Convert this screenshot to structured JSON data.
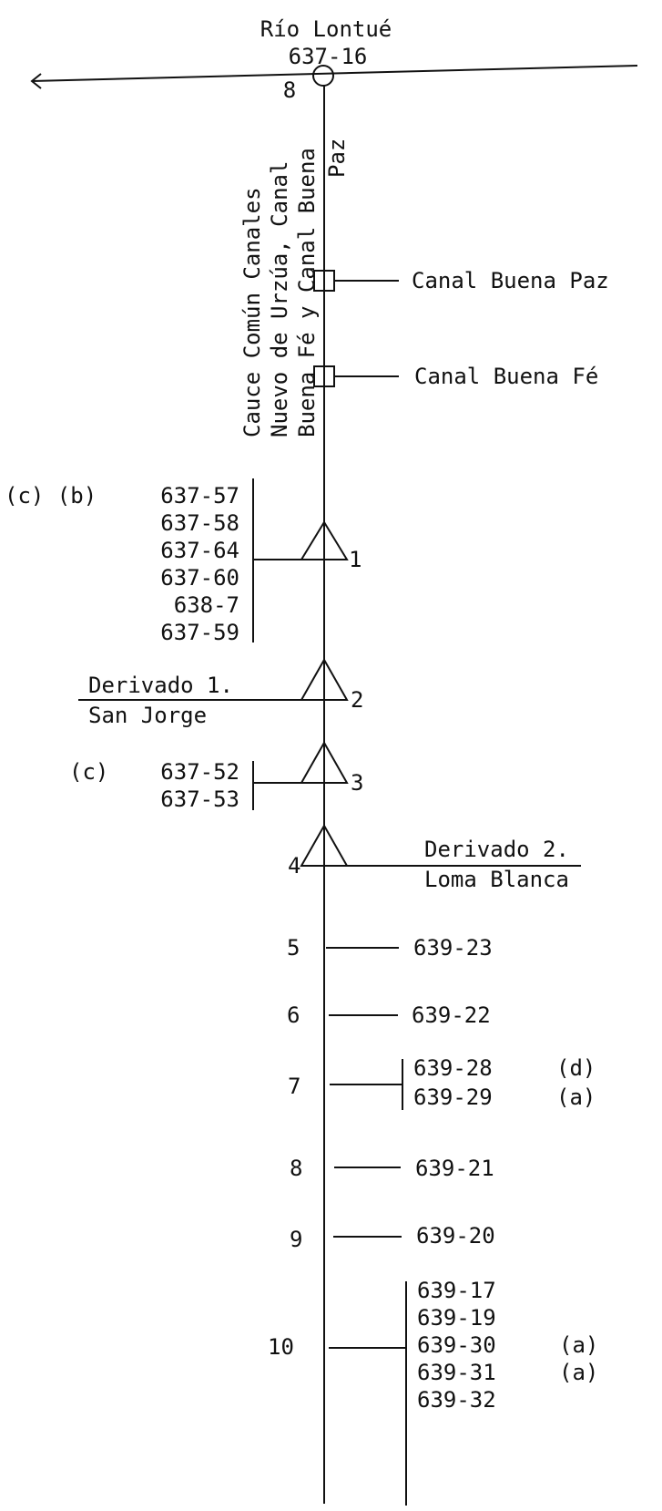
{
  "header": {
    "river_name": "Río Lontué",
    "river_code": "637-16",
    "river_branch": "8"
  },
  "main_channel": {
    "label_lines": [
      "Cauce Común Canales",
      "Nuevo de Urzúa, Canal",
      "Buena Fé y Canal Buena"
    ],
    "label_continuation": "Paz"
  },
  "canals": [
    {
      "label": "Canal Buena Paz"
    },
    {
      "label": "Canal Buena Fé"
    }
  ],
  "nodes": {
    "n1": {
      "num": "1",
      "notes": "(c) (b)",
      "codes": [
        "637-57",
        "637-58",
        "637-64",
        "637-60",
        "638-7",
        "637-59"
      ]
    },
    "n2": {
      "num": "2",
      "derivado": "Derivado 1.",
      "name": "San Jorge"
    },
    "n3": {
      "num": "3",
      "notes": "(c)",
      "codes": [
        "637-52",
        "637-53"
      ]
    },
    "n4": {
      "num": "4",
      "derivado": "Derivado 2.",
      "name": "Loma Blanca"
    },
    "n5": {
      "num": "5",
      "code": "639-23"
    },
    "n6": {
      "num": "6",
      "code": "639-22"
    },
    "n7": {
      "num": "7",
      "codes": [
        "639-28",
        "639-29"
      ],
      "notes": [
        "(d)",
        "(a)"
      ]
    },
    "n8": {
      "num": "8",
      "code": "639-21"
    },
    "n9": {
      "num": "9",
      "code": "639-20"
    },
    "n10": {
      "num": "10",
      "codes": [
        "639-17",
        "639-19",
        "639-30",
        "639-31",
        "639-32"
      ],
      "notes": [
        "",
        "",
        "(a)",
        "(a)",
        ""
      ]
    }
  },
  "colors": {
    "ink": "#111111",
    "paper": "#ffffff"
  }
}
